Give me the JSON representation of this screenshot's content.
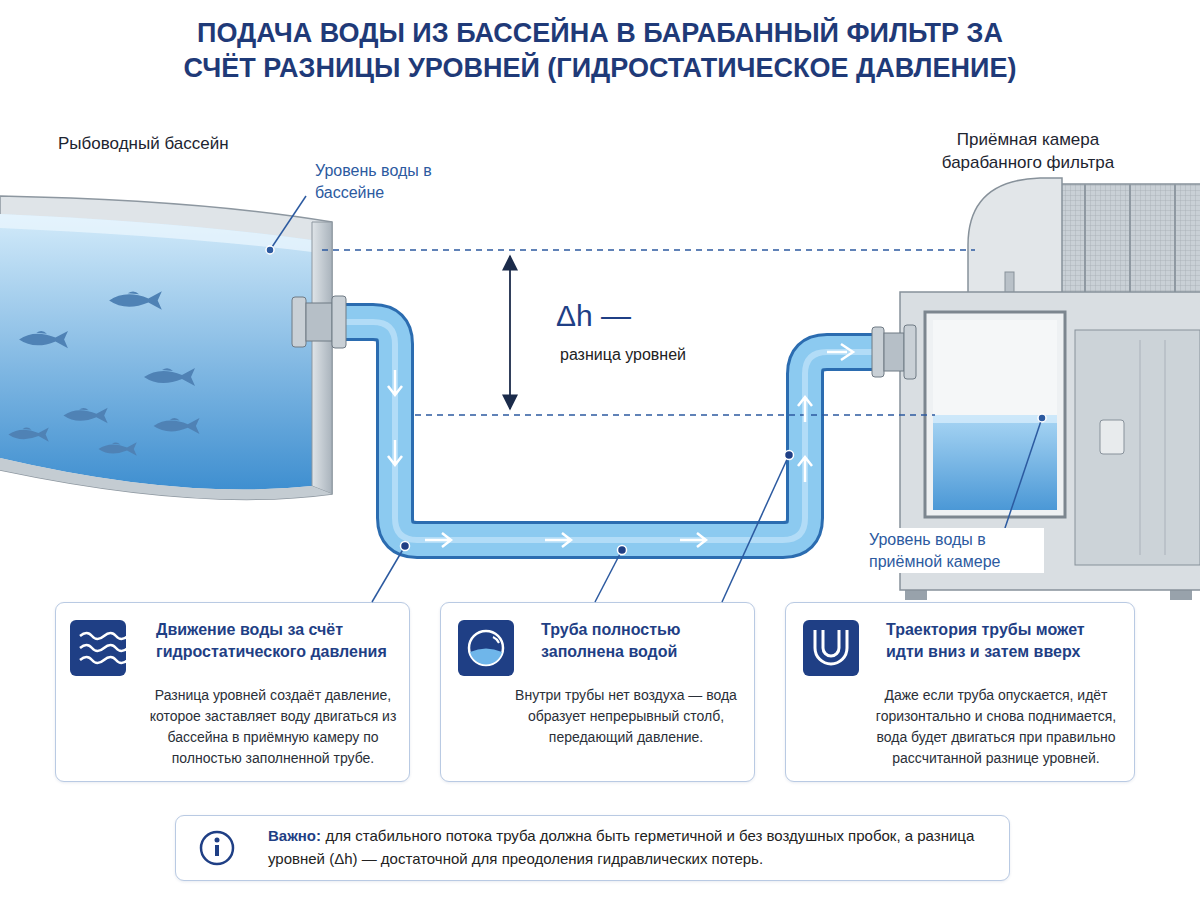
{
  "diagram": {
    "title": "ПОДАЧА ВОДЫ ИЗ БАССЕЙНА В БАРАБАННЫЙ ФИЛЬТР ЗА СЧЁТ РАЗНИЦЫ УРОВНЕЙ (ГИДРОСТАТИЧЕСКОЕ ДАВЛЕНИЕ)",
    "nodes": [
      {
        "text": [
          "Рыбоводный бассейн"
        ]
      },
      {
        "text": [
          "Приёмная камера барабанного фильтра"
        ]
      },
      {
        "text": [
          "Движение воды за счёт гидростатического давления",
          "Разница уровней создаёт давление, которое заставляет воду двигаться из бассейна в приёмную камеру по полностью заполненной трубе."
        ]
      },
      {
        "text": [
          "Труба полностью заполнена водой",
          "Внутри трубы нет воздуха — вода образует непрерывный столб, передающий давление."
        ]
      },
      {
        "text": [
          "Траектория трубы может идти вниз и затем вверх",
          "Даже если труба опускается, идёт горизонтально и снова поднимается, вода будет двигаться при правильно рассчитанной разнице уровней."
        ]
      },
      {
        "text": [
          "Важно:",
          "для стабильного потока труба должна быть герметичной и без воздушных пробок, а разница уровней (Δh) — достаточной для преодоления гидравлических потерь."
        ]
      }
    ],
    "edges": [
      {
        "from": 0,
        "to": 1,
        "arrow": "to"
      }
    ],
    "labels": [
      "Уровень воды в бассейне",
      "Δh —",
      "разница уровней",
      "Уровень воды в приёмной камере"
    ]
  }
}
